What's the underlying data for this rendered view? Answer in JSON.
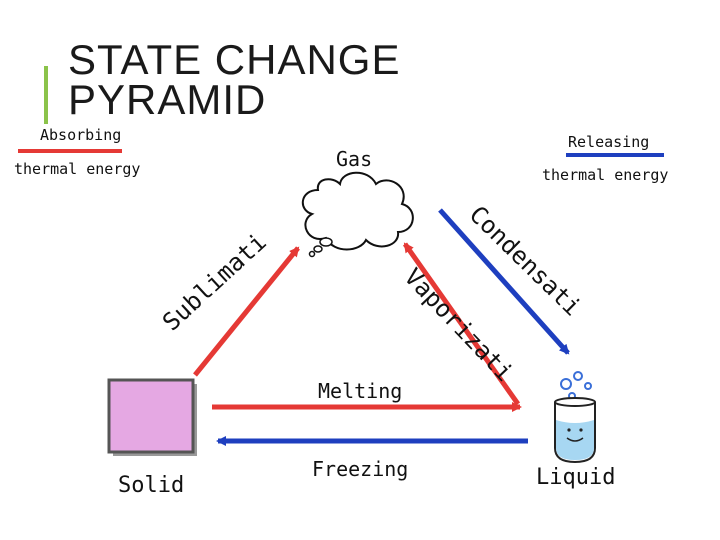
{
  "title": "STATE CHANGE PYRAMID",
  "legend": {
    "absorbing": "Absorbing",
    "releasing": "Releasing",
    "thermal": "thermal energy",
    "absorbing_color": "#e53935",
    "releasing_color": "#1e3fbf"
  },
  "states": {
    "gas": "Gas",
    "solid": "Solid",
    "liquid": "Liquid"
  },
  "processes": {
    "sublimation": "Sublimation",
    "condensation": "Condensation",
    "vaporization": "Vaporization",
    "melting": "Melting",
    "freezing": "Freezing"
  },
  "icons": {
    "gas": "cloud-icon",
    "solid": "cube-icon",
    "liquid": "beaker-icon"
  }
}
